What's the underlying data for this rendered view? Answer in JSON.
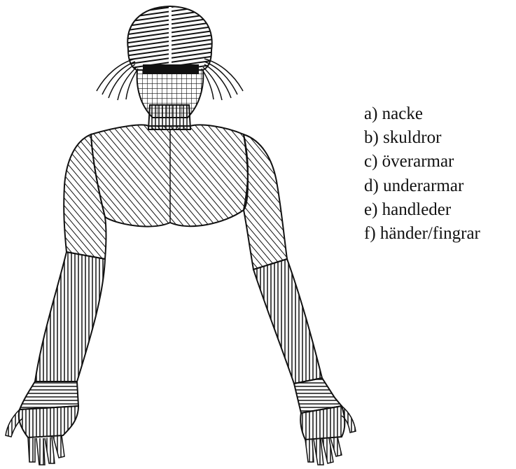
{
  "legend": {
    "items": [
      "a) nacke",
      "b) skuldror",
      "c) överarmar",
      "d) underarmar",
      "e) handleder",
      "f) händer/fingrar"
    ]
  },
  "colors": {
    "ink": "#111111",
    "background": "#ffffff"
  },
  "figure": {
    "icon": "upper-body-hatched-illustration"
  }
}
